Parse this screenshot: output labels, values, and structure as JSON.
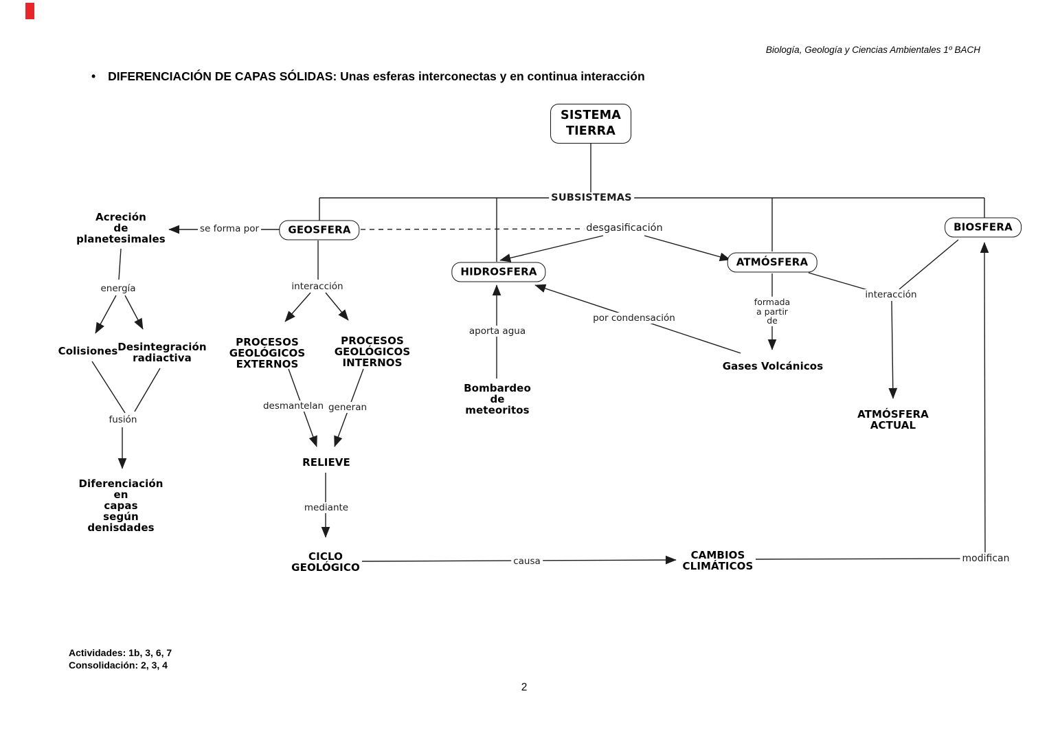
{
  "page": {
    "header": "Biología, Geología y Ciencias Ambientales 1º BACH",
    "title_bullet": "•",
    "title": "DIFERENCIACIÓN DE CAPAS SÓLIDAS: Unas esferas interconectas y en continua interacción",
    "footer_line1": "Actividades: 1b, 3, 6, 7",
    "footer_line2": "Consolidación: 2, 3, 4",
    "page_number": "2"
  },
  "colors": {
    "line": "#1c1c1c",
    "red_marker": "#e5262b"
  },
  "diagram": {
    "boxes": {
      "sistema_tierra": "SISTEMA\nTIERRA",
      "geosfera": "GEOSFERA",
      "hidrosfera": "HIDROSFERA",
      "atmosfera": "ATMÓSFERA",
      "biosfera": "BIOSFERA"
    },
    "nodes": {
      "subsistemas": "SUBSISTEMAS",
      "acrecion": "Acreción\nde\nplanetesimales",
      "colisiones": "Colisiones",
      "desintegracion": "Desintegración\nradiactiva",
      "diferenciacion": "Diferenciación\nen\ncapas\nsegún\ndenisdades",
      "procesos_externos": "PROCESOS\nGEOLÓGICOS\nEXTERNOS",
      "procesos_internos": "PROCESOS\nGEOLÓGICOS\nINTERNOS",
      "relieve": "RELIEVE",
      "ciclo_geologico": "CICLO\nGEOLÓGICO",
      "cambios_climaticos": "CAMBIOS\nCLIMÁTICOS",
      "bombardeo": "Bombardeo\nde\nmeteoritos",
      "gases_volcanicos": "Gases Volcánicos",
      "atmosfera_actual": "ATMÓSFERA\nACTUAL"
    },
    "connectors": {
      "se_forma_por": "se forma por",
      "energia": "energía",
      "fusion": "fusión",
      "interaccion_geo": "interacción",
      "desmantelan": "desmantelan",
      "generan": "generan",
      "mediante": "mediante",
      "causa": "causa",
      "desgasificacion": "desgasificación",
      "aporta_agua": "aporta agua",
      "por_condensacion": "por condensación",
      "formada_a_partir_de": "formada\na partir\nde",
      "interaccion_atm": "interacción",
      "modifican": "modifican"
    }
  }
}
